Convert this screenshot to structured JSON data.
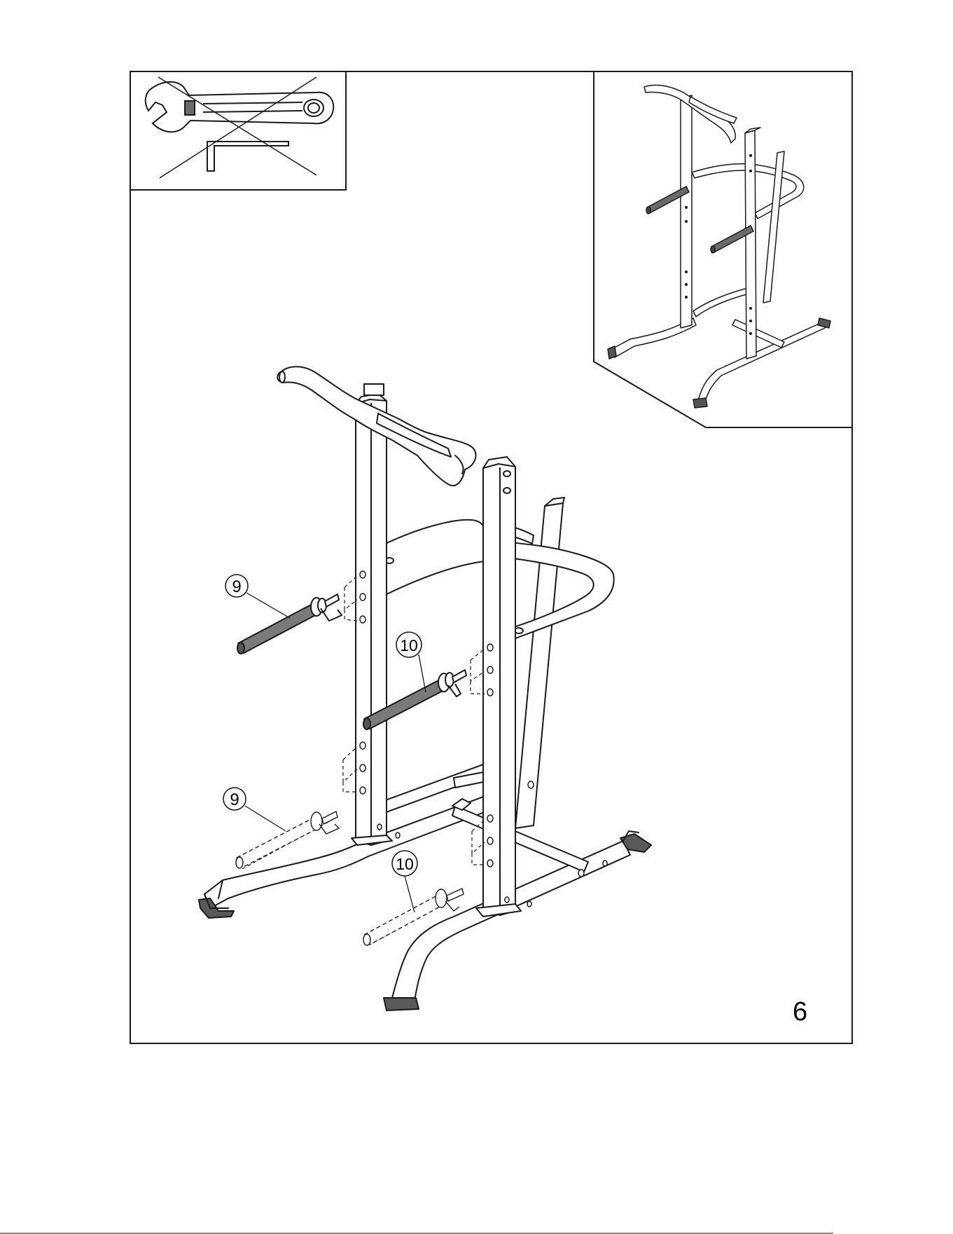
{
  "page": {
    "step_number": "6",
    "background": "#ffffff",
    "ink_color": "#1a1a1a",
    "tube_fill": "#ffffff",
    "pin_fill": "#8a8a8a"
  },
  "tools_panel": {
    "tools": [
      {
        "name": "adjustable-wrench",
        "icon": "wrench-icon"
      },
      {
        "name": "hex-key",
        "icon": "allen-key-icon"
      }
    ],
    "crossed_out": true
  },
  "callouts": [
    {
      "label": "9",
      "part": "upper-weight-peg"
    },
    {
      "label": "10",
      "part": "upper-weight-peg-right"
    },
    {
      "label": "9",
      "part": "lower-weight-peg"
    },
    {
      "label": "10",
      "part": "lower-weight-peg-right"
    }
  ]
}
